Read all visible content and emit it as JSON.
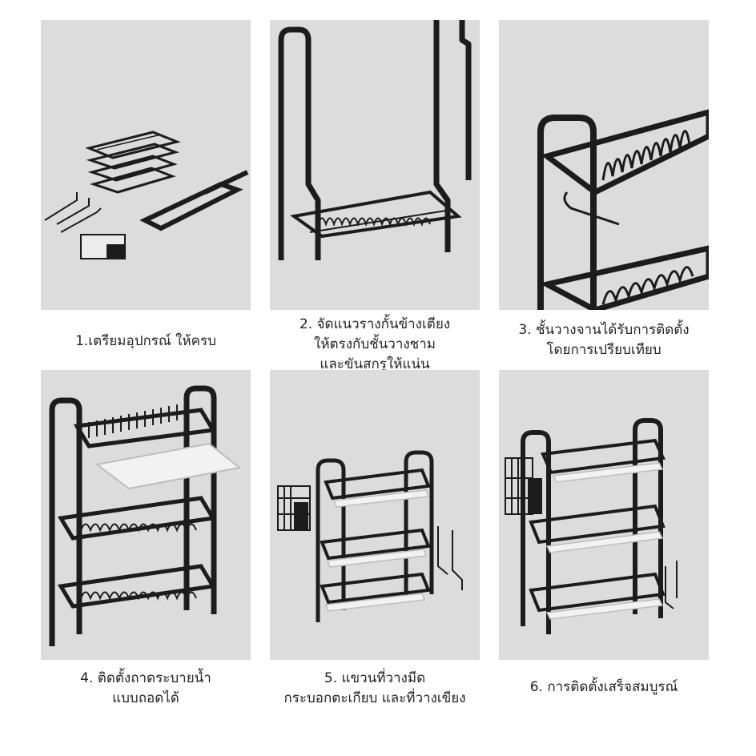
{
  "steps": [
    {
      "caption_lines": [
        "1.เตรียมอุปกรณ์ ให้ครบ"
      ]
    },
    {
      "caption_lines": [
        "2. จัดแนวรางกั้นข้างเตียง",
        "ให้ตรงกับชั้นวางชาม",
        "และขันสกรูให้แน่น"
      ]
    },
    {
      "caption_lines": [
        "3. ชั้นวางจานได้รับการติดตั้ง",
        "โดยการเปรียบเทียบ"
      ]
    },
    {
      "caption_lines": [
        "4. ติดตั้งถาดระบายน้ำ",
        "แบบถอดได้"
      ]
    },
    {
      "caption_lines": [
        "5. แขวนที่วางมีด",
        "กระบอกตะเกียบ และที่วางเขียง"
      ]
    },
    {
      "caption_lines": [
        "6. การติดตั้งเสร็จสมบูรณ์"
      ]
    }
  ],
  "colors": {
    "panel_bg": "#dcdcdc",
    "frame": "#1c1c1c",
    "tray": "#f2f2f2"
  }
}
